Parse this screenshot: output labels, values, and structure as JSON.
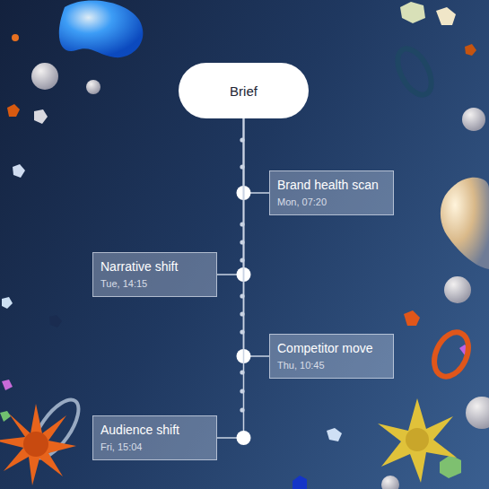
{
  "diagram": {
    "nodes": [
      {
        "text": [
          "Brief"
        ]
      },
      {
        "text": [
          "Brand health scan",
          "Mon, 07:20"
        ]
      },
      {
        "text": [
          "Narrative shift",
          "Tue, 14:15"
        ]
      },
      {
        "text": [
          "Competitor move",
          "Thu, 10:45"
        ]
      },
      {
        "text": [
          "Audience shift",
          "Fri, 15:04"
        ]
      }
    ],
    "edges": [
      {
        "from": 0,
        "to": 1,
        "arrow": "none"
      },
      {
        "from": 0,
        "to": 2,
        "arrow": "none"
      },
      {
        "from": 0,
        "to": 3,
        "arrow": "none"
      },
      {
        "from": 0,
        "to": 4,
        "arrow": "none"
      }
    ]
  }
}
